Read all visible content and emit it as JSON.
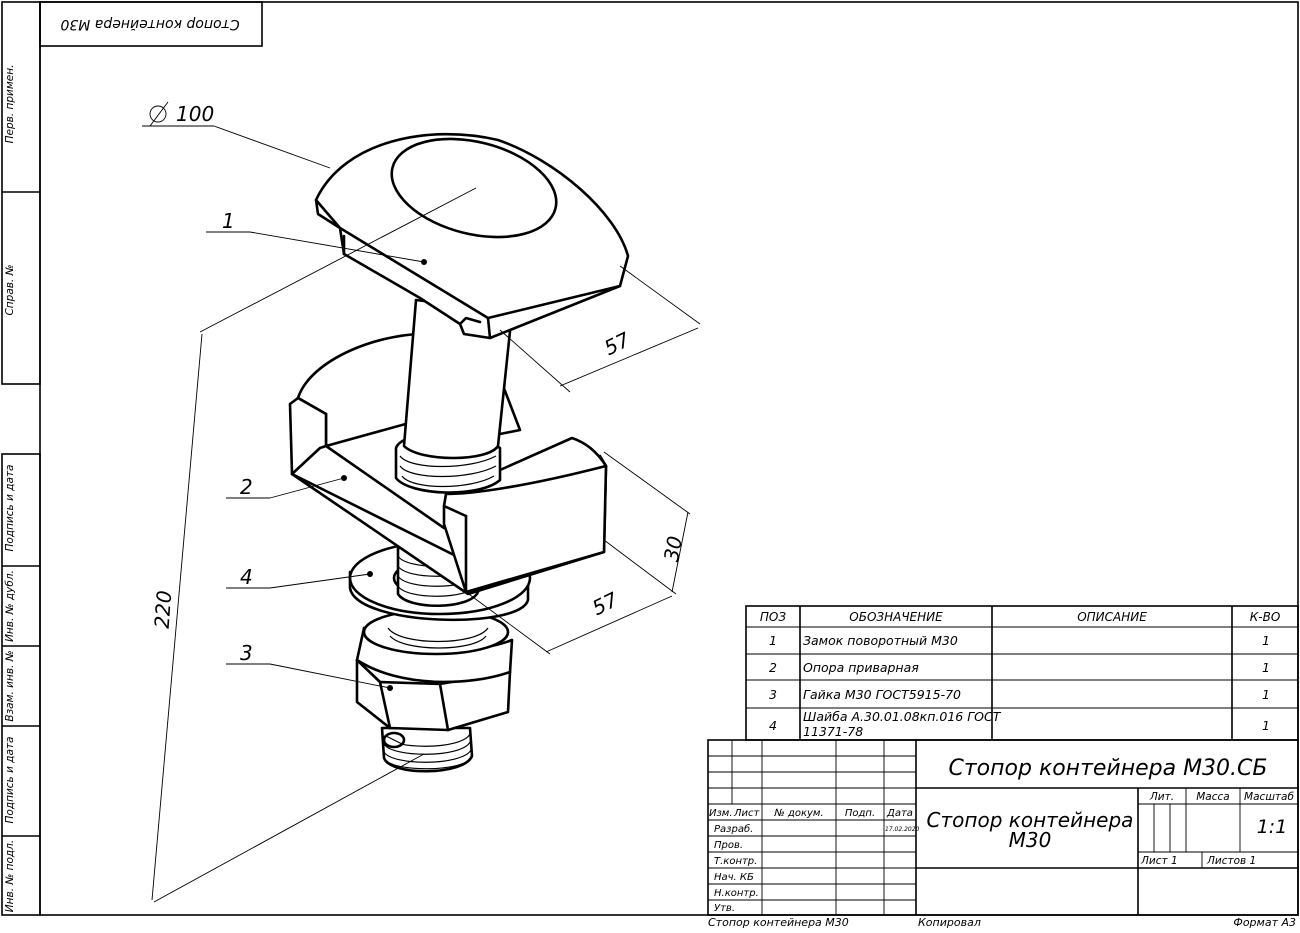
{
  "stamp_top": "Стопор контейнера М30",
  "side_labels": [
    "Перв. примен.",
    "Справ. №",
    "Подпись и дата",
    "Инв. № дубл.",
    "Взам. инв. №",
    "Подпись и дата",
    "Инв. № подл."
  ],
  "dimensions": {
    "diameter": "100",
    "d57_top": "57",
    "d30": "30",
    "d57_bottom": "57",
    "d220": "220"
  },
  "callouts": [
    "1",
    "2",
    "4",
    "3"
  ],
  "spec": {
    "headers": [
      "ПОЗ",
      "ОБОЗНАЧЕНИЕ",
      "ОПИСАНИЕ",
      "К-ВО"
    ],
    "rows": [
      {
        "pos": "1",
        "name": "Замок поворотный М30",
        "name2": "",
        "desc": "",
        "qty": "1"
      },
      {
        "pos": "2",
        "name": "Опора приварная",
        "name2": "",
        "desc": "",
        "qty": "1"
      },
      {
        "pos": "3",
        "name": "Гайка М30 ГОСТ5915-70",
        "name2": "",
        "desc": "",
        "qty": "1"
      },
      {
        "pos": "4",
        "name": "Шайба А.30.01.08кп.016 ГОСТ",
        "name2": "11371-78",
        "desc": "",
        "qty": "1"
      }
    ]
  },
  "title_block": {
    "designation": "Стопор контейнера М30.СБ",
    "name_line1": "Стопор контейнера",
    "name_line2": "М30",
    "col_headers": [
      "Изм.",
      "Лист",
      "№ докум.",
      "Подп.",
      "Дата"
    ],
    "roles": [
      "Разраб.",
      "Пров.",
      "Т.контр.",
      "Нач. КБ",
      "Н.контр.",
      "Утв."
    ],
    "date": "17.02.2020",
    "lit": "Лит.",
    "mass": "Масса",
    "scale_label": "Масштаб",
    "scale_value": "1:1",
    "sheet": "Лист 1",
    "sheets": "Листов 1"
  },
  "footer": {
    "left": "Стопор контейнера М30",
    "copied": "Копировал",
    "format": "Формат А3"
  }
}
